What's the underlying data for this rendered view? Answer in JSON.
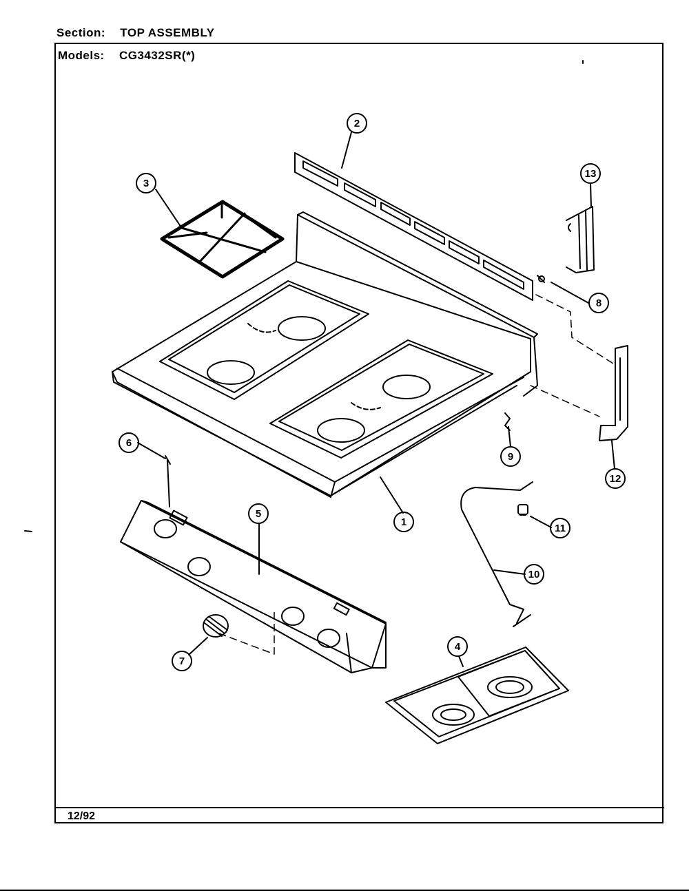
{
  "header": {
    "section_label": "Section:",
    "section_value": "TOP ASSEMBLY",
    "models_label": "Models:",
    "models_value": "CG3432SR(*)"
  },
  "footer": {
    "date": "12/92"
  },
  "callouts": [
    "1",
    "2",
    "3",
    "4",
    "5",
    "6",
    "7",
    "8",
    "9",
    "10",
    "11",
    "12",
    "13"
  ]
}
